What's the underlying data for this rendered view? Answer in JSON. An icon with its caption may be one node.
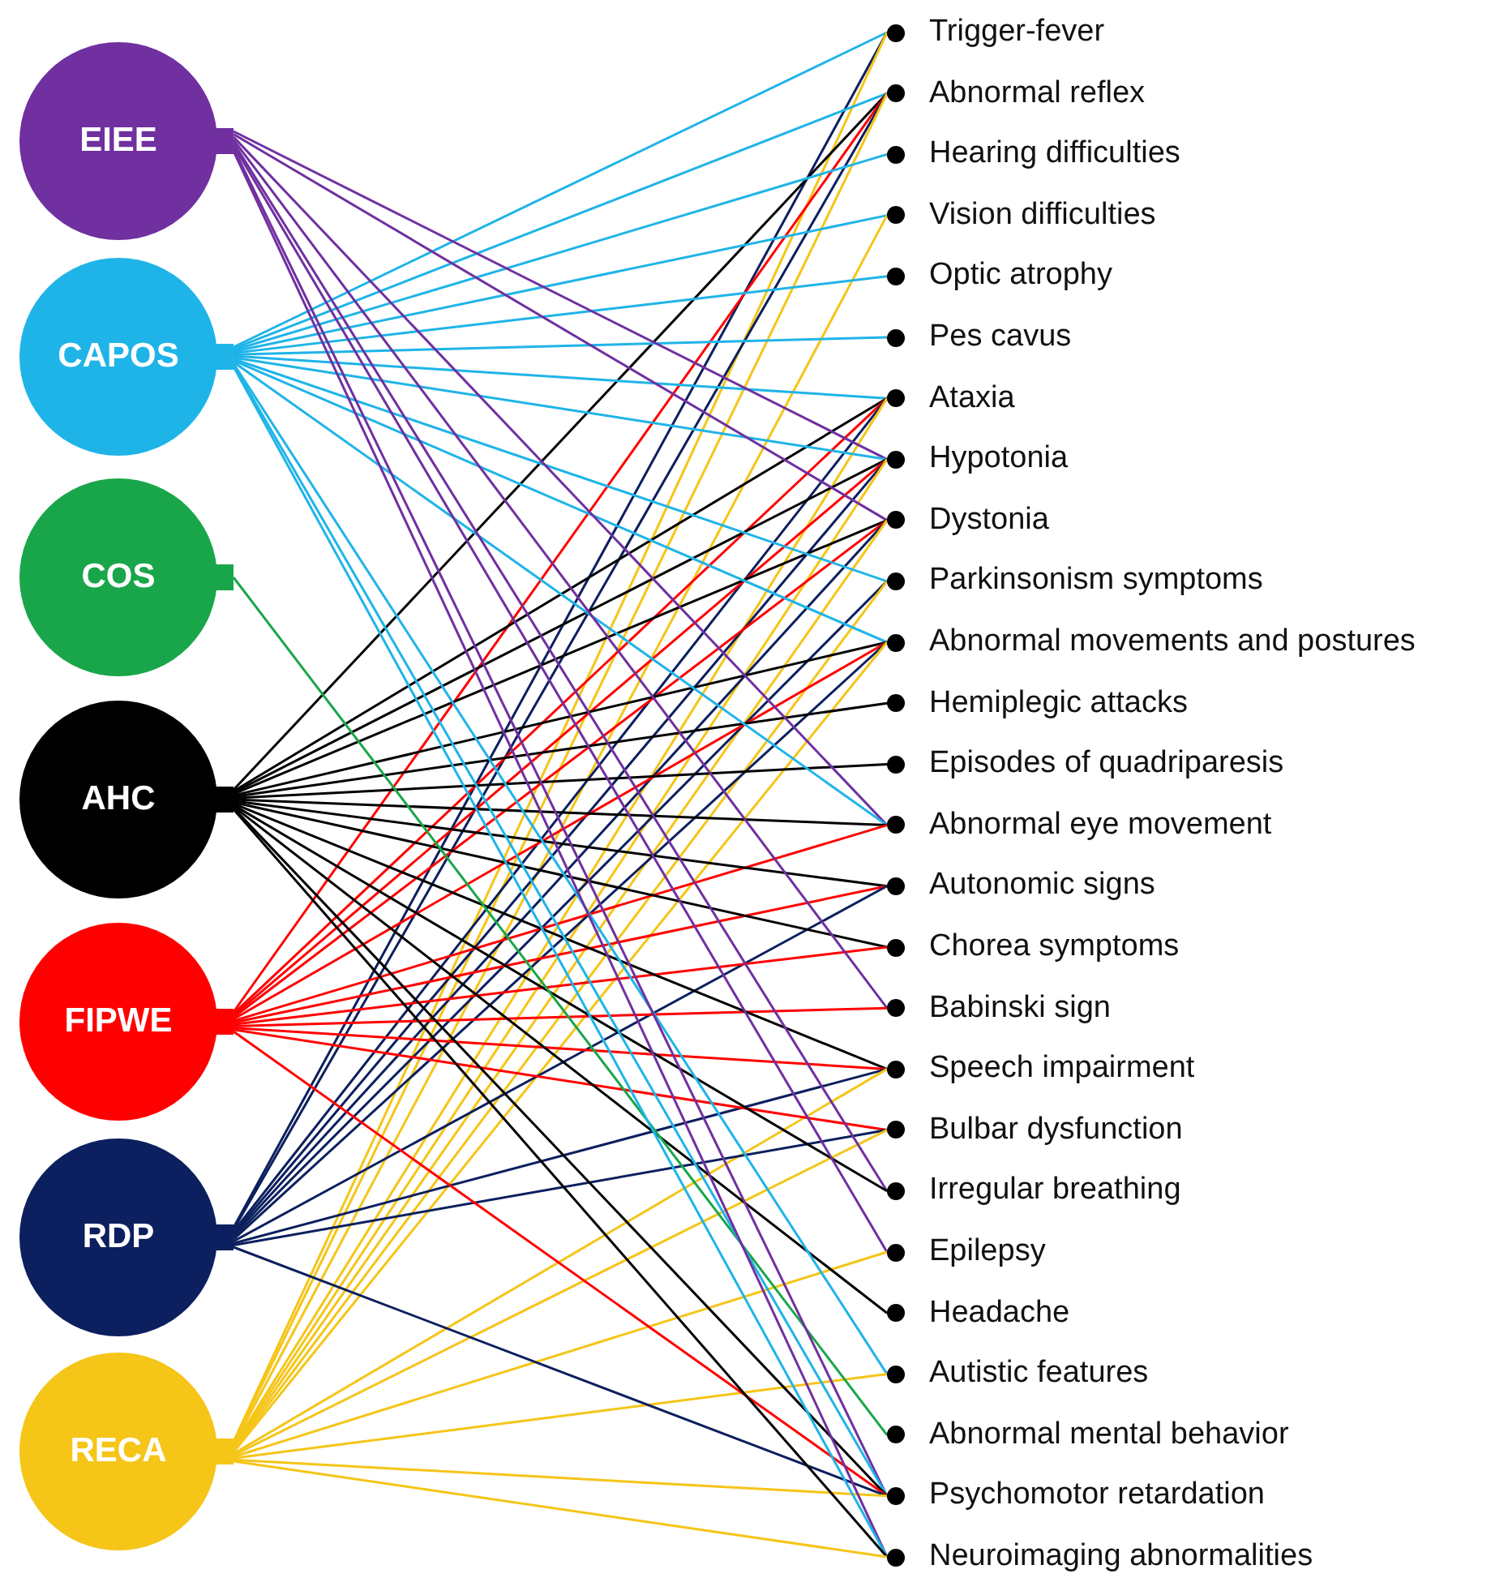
{
  "diagram": {
    "nodes": [
      {
        "text": [
          "EIEE"
        ]
      },
      {
        "text": [
          "CAPOS"
        ]
      },
      {
        "text": [
          "COS"
        ]
      },
      {
        "text": [
          "AHC"
        ]
      },
      {
        "text": [
          "FIPWE"
        ]
      },
      {
        "text": [
          "RDP"
        ]
      },
      {
        "text": [
          "RECA"
        ]
      },
      {
        "text": [
          "Trigger-fever"
        ]
      },
      {
        "text": [
          "Abnormal reflex"
        ]
      },
      {
        "text": [
          "Hearing difficulties"
        ]
      },
      {
        "text": [
          "Vision difficulties"
        ]
      },
      {
        "text": [
          "Optic atrophy"
        ]
      },
      {
        "text": [
          "Pes cavus"
        ]
      },
      {
        "text": [
          "Ataxia"
        ]
      },
      {
        "text": [
          "Hypotonia"
        ]
      },
      {
        "text": [
          "Dystonia"
        ]
      },
      {
        "text": [
          "Parkinsonism symptoms"
        ]
      },
      {
        "text": [
          "Abnormal movements and postures"
        ]
      },
      {
        "text": [
          "Hemiplegic attacks"
        ]
      },
      {
        "text": [
          "Episodes of quadriparesis"
        ]
      },
      {
        "text": [
          "Abnormal eye movement"
        ]
      },
      {
        "text": [
          "Autonomic signs"
        ]
      },
      {
        "text": [
          "Chorea symptoms"
        ]
      },
      {
        "text": [
          "Babinski sign"
        ]
      },
      {
        "text": [
          "Speech impairment"
        ]
      },
      {
        "text": [
          "Bulbar dysfunction"
        ]
      },
      {
        "text": [
          "Irregular breathing"
        ]
      },
      {
        "text": [
          "Epilepsy"
        ]
      },
      {
        "text": [
          "Headache"
        ]
      },
      {
        "text": [
          "Autistic features"
        ]
      },
      {
        "text": [
          "Abnormal mental behavior"
        ]
      },
      {
        "text": [
          "Psychomotor retardation"
        ]
      },
      {
        "text": [
          "Neuroimaging abnormalities"
        ]
      }
    ],
    "edges": [
      {
        "from": 1,
        "to": 7,
        "arrow": "none",
        "color": "#1fb4e8"
      },
      {
        "from": 5,
        "to": 7,
        "arrow": "none",
        "color": "#0c1f5e"
      },
      {
        "from": 6,
        "to": 7,
        "arrow": "none",
        "color": "#f5c518"
      },
      {
        "from": 1,
        "to": 8,
        "arrow": "none",
        "color": "#1fb4e8"
      },
      {
        "from": 3,
        "to": 8,
        "arrow": "none",
        "color": "#000000"
      },
      {
        "from": 4,
        "to": 8,
        "arrow": "none",
        "color": "#ff0000"
      },
      {
        "from": 5,
        "to": 8,
        "arrow": "none",
        "color": "#0c1f5e"
      },
      {
        "from": 6,
        "to": 8,
        "arrow": "none",
        "color": "#f5c518"
      },
      {
        "from": 1,
        "to": 9,
        "arrow": "none",
        "color": "#1fb4e8"
      },
      {
        "from": 1,
        "to": 10,
        "arrow": "none",
        "color": "#1fb4e8"
      },
      {
        "from": 6,
        "to": 10,
        "arrow": "none",
        "color": "#f5c518"
      },
      {
        "from": 1,
        "to": 11,
        "arrow": "none",
        "color": "#1fb4e8"
      },
      {
        "from": 1,
        "to": 12,
        "arrow": "none",
        "color": "#1fb4e8"
      },
      {
        "from": 1,
        "to": 13,
        "arrow": "none",
        "color": "#1fb4e8"
      },
      {
        "from": 3,
        "to": 13,
        "arrow": "none",
        "color": "#000000"
      },
      {
        "from": 4,
        "to": 13,
        "arrow": "none",
        "color": "#ff0000"
      },
      {
        "from": 5,
        "to": 13,
        "arrow": "none",
        "color": "#0c1f5e"
      },
      {
        "from": 6,
        "to": 13,
        "arrow": "none",
        "color": "#f5c518"
      },
      {
        "from": 0,
        "to": 14,
        "arrow": "none",
        "color": "#7030a0"
      },
      {
        "from": 1,
        "to": 14,
        "arrow": "none",
        "color": "#1fb4e8"
      },
      {
        "from": 3,
        "to": 14,
        "arrow": "none",
        "color": "#000000"
      },
      {
        "from": 4,
        "to": 14,
        "arrow": "none",
        "color": "#ff0000"
      },
      {
        "from": 5,
        "to": 14,
        "arrow": "none",
        "color": "#0c1f5e"
      },
      {
        "from": 6,
        "to": 14,
        "arrow": "none",
        "color": "#f5c518"
      },
      {
        "from": 0,
        "to": 15,
        "arrow": "none",
        "color": "#7030a0"
      },
      {
        "from": 3,
        "to": 15,
        "arrow": "none",
        "color": "#000000"
      },
      {
        "from": 4,
        "to": 15,
        "arrow": "none",
        "color": "#ff0000"
      },
      {
        "from": 5,
        "to": 15,
        "arrow": "none",
        "color": "#0c1f5e"
      },
      {
        "from": 6,
        "to": 15,
        "arrow": "none",
        "color": "#f5c518"
      },
      {
        "from": 1,
        "to": 16,
        "arrow": "none",
        "color": "#1fb4e8"
      },
      {
        "from": 5,
        "to": 16,
        "arrow": "none",
        "color": "#0c1f5e"
      },
      {
        "from": 6,
        "to": 16,
        "arrow": "none",
        "color": "#f5c518"
      },
      {
        "from": 1,
        "to": 17,
        "arrow": "none",
        "color": "#1fb4e8"
      },
      {
        "from": 3,
        "to": 17,
        "arrow": "none",
        "color": "#000000"
      },
      {
        "from": 4,
        "to": 17,
        "arrow": "none",
        "color": "#ff0000"
      },
      {
        "from": 5,
        "to": 17,
        "arrow": "none",
        "color": "#0c1f5e"
      },
      {
        "from": 6,
        "to": 17,
        "arrow": "none",
        "color": "#f5c518"
      },
      {
        "from": 3,
        "to": 18,
        "arrow": "none",
        "color": "#000000"
      },
      {
        "from": 3,
        "to": 19,
        "arrow": "none",
        "color": "#000000"
      },
      {
        "from": 0,
        "to": 20,
        "arrow": "none",
        "color": "#7030a0"
      },
      {
        "from": 1,
        "to": 20,
        "arrow": "none",
        "color": "#1fb4e8"
      },
      {
        "from": 3,
        "to": 20,
        "arrow": "none",
        "color": "#000000"
      },
      {
        "from": 4,
        "to": 20,
        "arrow": "none",
        "color": "#ff0000"
      },
      {
        "from": 3,
        "to": 21,
        "arrow": "none",
        "color": "#000000"
      },
      {
        "from": 4,
        "to": 21,
        "arrow": "none",
        "color": "#ff0000"
      },
      {
        "from": 5,
        "to": 21,
        "arrow": "none",
        "color": "#0c1f5e"
      },
      {
        "from": 3,
        "to": 22,
        "arrow": "none",
        "color": "#000000"
      },
      {
        "from": 4,
        "to": 22,
        "arrow": "none",
        "color": "#ff0000"
      },
      {
        "from": 0,
        "to": 23,
        "arrow": "none",
        "color": "#7030a0"
      },
      {
        "from": 4,
        "to": 23,
        "arrow": "none",
        "color": "#ff0000"
      },
      {
        "from": 3,
        "to": 24,
        "arrow": "none",
        "color": "#000000"
      },
      {
        "from": 4,
        "to": 24,
        "arrow": "none",
        "color": "#ff0000"
      },
      {
        "from": 5,
        "to": 24,
        "arrow": "none",
        "color": "#0c1f5e"
      },
      {
        "from": 6,
        "to": 24,
        "arrow": "none",
        "color": "#f5c518"
      },
      {
        "from": 4,
        "to": 25,
        "arrow": "none",
        "color": "#ff0000"
      },
      {
        "from": 5,
        "to": 25,
        "arrow": "none",
        "color": "#0c1f5e"
      },
      {
        "from": 6,
        "to": 25,
        "arrow": "none",
        "color": "#f5c518"
      },
      {
        "from": 0,
        "to": 26,
        "arrow": "none",
        "color": "#7030a0"
      },
      {
        "from": 3,
        "to": 26,
        "arrow": "none",
        "color": "#000000"
      },
      {
        "from": 0,
        "to": 27,
        "arrow": "none",
        "color": "#7030a0"
      },
      {
        "from": 6,
        "to": 27,
        "arrow": "none",
        "color": "#f5c518"
      },
      {
        "from": 3,
        "to": 28,
        "arrow": "none",
        "color": "#000000"
      },
      {
        "from": 1,
        "to": 29,
        "arrow": "none",
        "color": "#1fb4e8"
      },
      {
        "from": 6,
        "to": 29,
        "arrow": "none",
        "color": "#f5c518"
      },
      {
        "from": 2,
        "to": 30,
        "arrow": "none",
        "color": "#19a64a"
      },
      {
        "from": 0,
        "to": 31,
        "arrow": "none",
        "color": "#7030a0"
      },
      {
        "from": 1,
        "to": 31,
        "arrow": "none",
        "color": "#1fb4e8"
      },
      {
        "from": 3,
        "to": 31,
        "arrow": "none",
        "color": "#000000"
      },
      {
        "from": 4,
        "to": 31,
        "arrow": "none",
        "color": "#ff0000"
      },
      {
        "from": 5,
        "to": 31,
        "arrow": "none",
        "color": "#0c1f5e"
      },
      {
        "from": 6,
        "to": 31,
        "arrow": "none",
        "color": "#f5c518"
      },
      {
        "from": 0,
        "to": 32,
        "arrow": "none",
        "color": "#7030a0"
      },
      {
        "from": 1,
        "to": 32,
        "arrow": "none",
        "color": "#1fb4e8"
      },
      {
        "from": 3,
        "to": 32,
        "arrow": "none",
        "color": "#000000"
      },
      {
        "from": 6,
        "to": 32,
        "arrow": "none",
        "color": "#f5c518"
      }
    ]
  }
}
